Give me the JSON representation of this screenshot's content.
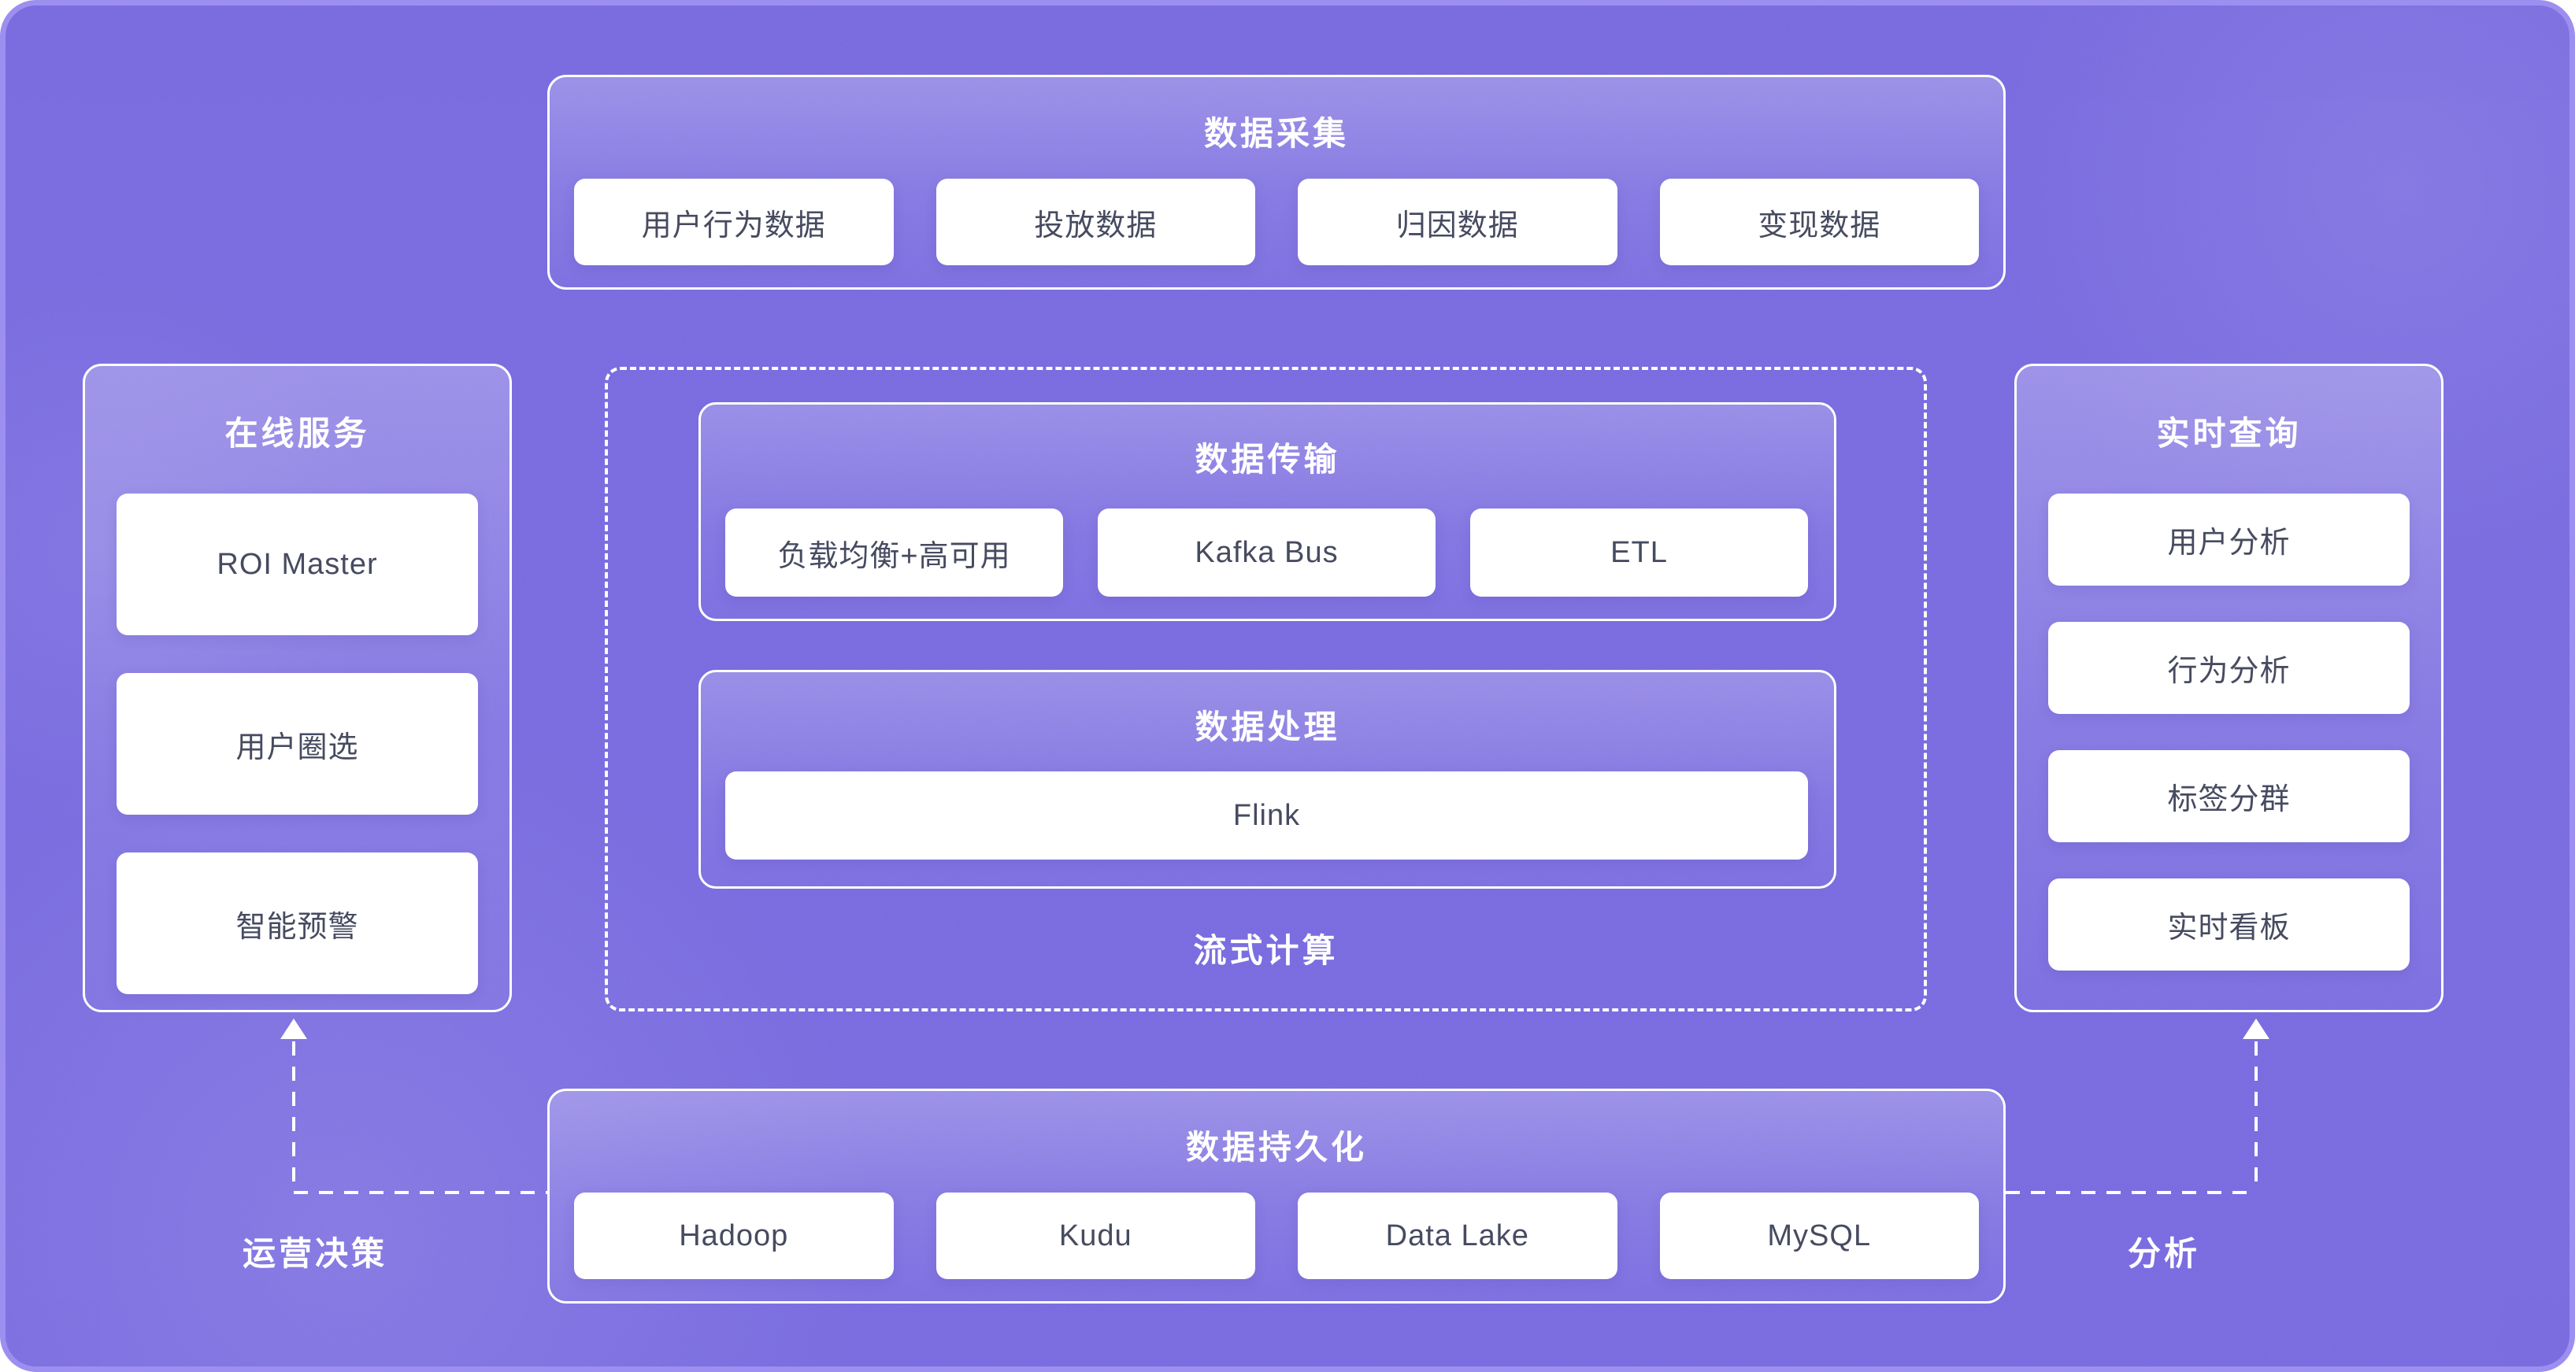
{
  "colors": {
    "background": "#7a6be1",
    "frame_border": "#9c8ff0",
    "panel_border": "#ffffff",
    "card_background": "#ffffff",
    "card_text": "#474b60",
    "title_text": "#ffffff"
  },
  "collect": {
    "title": "数据采集",
    "items": [
      "用户行为数据",
      "投放数据",
      "归因数据",
      "变现数据"
    ]
  },
  "online": {
    "title": "在线服务",
    "items": [
      "ROI Master",
      "用户圈选",
      "智能预警"
    ]
  },
  "stream": {
    "label": "流式计算",
    "transfer": {
      "title": "数据传输",
      "items": [
        "负载均衡+高可用",
        "Kafka Bus",
        "ETL"
      ]
    },
    "process": {
      "title": "数据处理",
      "items": [
        "Flink"
      ]
    }
  },
  "query": {
    "title": "实时查询",
    "items": [
      "用户分析",
      "行为分析",
      "标签分群",
      "实时看板"
    ]
  },
  "persist": {
    "title": "数据持久化",
    "items": [
      "Hadoop",
      "Kudu",
      "Data Lake",
      "MySQL"
    ]
  },
  "flows": {
    "decision_label": "运营决策",
    "analysis_label": "分析"
  }
}
